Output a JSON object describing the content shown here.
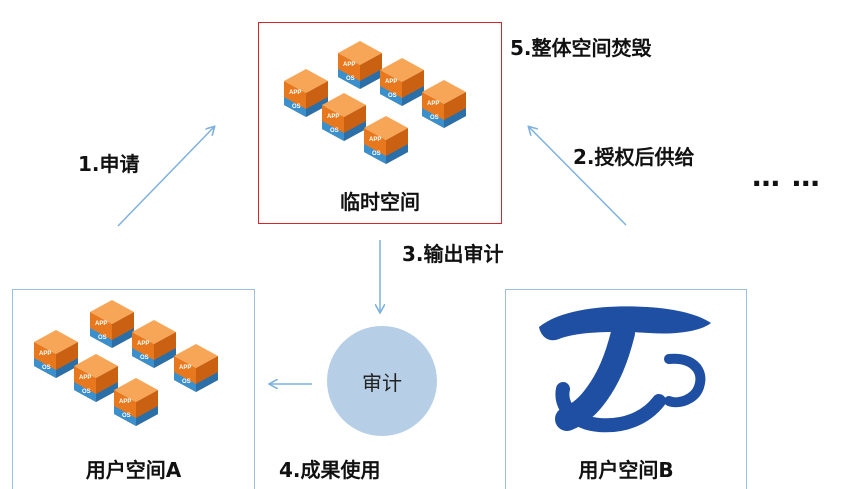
{
  "temp_space": {
    "title": "临时空间"
  },
  "user_space_a": {
    "title": "用户空间A"
  },
  "user_space_b": {
    "title": "用户空间B"
  },
  "steps": {
    "apply": "1.申请",
    "authorize": "2.授权后供给",
    "audit_output": "3.输出审计",
    "result_use": "4.成果使用",
    "destroy": "5.整体空间焚毁"
  },
  "audit_node": {
    "label": "审计"
  },
  "ellipsis": "… …",
  "cube_labels": {
    "top": "APP",
    "bottom": "OS"
  },
  "colors": {
    "temp_border": "#d7262b",
    "user_border": "#9dbfe0",
    "arrow": "#7fb1dd",
    "audit_fill": "#b6cfe6",
    "cube_orange": "#e8781d",
    "cube_blue": "#3a8fcd",
    "logo_blue": "#1e4fa3"
  }
}
